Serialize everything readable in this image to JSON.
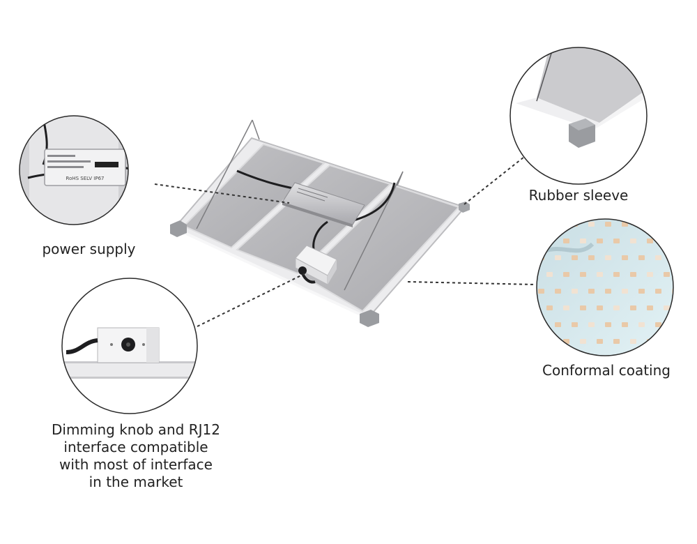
{
  "callouts": {
    "power_supply": {
      "label": "power supply",
      "icon": "power-supply-closeup"
    },
    "rubber_sleeve": {
      "label": "Rubber sleeve",
      "icon": "corner-sleeve-closeup"
    },
    "conformal_coating": {
      "label": "Conformal coating",
      "icon": "led-array-closeup"
    },
    "dimming_knob": {
      "label": "Dimming knob and RJ12\ninterface compatible\nwith most of interface\nin the market",
      "icon": "dimmer-knob-closeup"
    }
  },
  "driver": {
    "print_text": "RoHS SELV IP67"
  },
  "colors": {
    "panel": "#b9b9bc",
    "frame": "#e8e8ea",
    "rubber": "#9a9ca0",
    "leader": "#333333",
    "led_warm": "#e9c9a8",
    "coating": "#d8eef4"
  }
}
